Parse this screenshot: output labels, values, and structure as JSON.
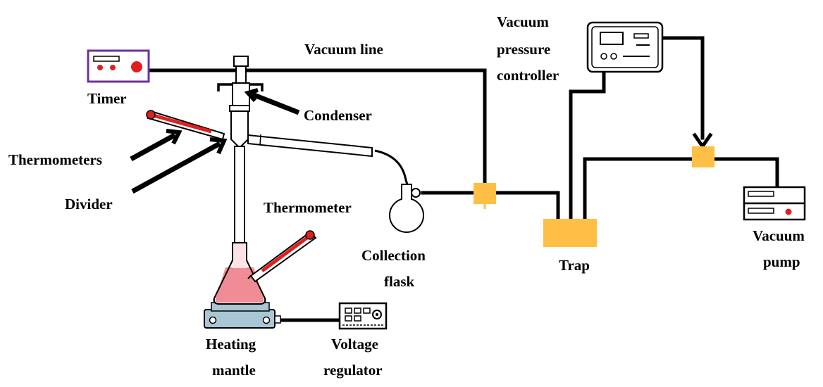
{
  "labels": {
    "timer": "Timer",
    "vacuum_line": "Vacuum line",
    "condenser": "Condenser",
    "thermometers": "Thermometers",
    "divider": "Divider",
    "thermometer": "Thermometer",
    "collection_flask_1": "Collection",
    "collection_flask_2": "flask",
    "vacuum_pressure_controller_1": "Vacuum",
    "vacuum_pressure_controller_2": "pressure",
    "vacuum_pressure_controller_3": "controller",
    "trap": "Trap",
    "vacuum_pump_1": "Vacuum",
    "vacuum_pump_2": "pump",
    "heating_mantle_1": "Heating",
    "heating_mantle_2": "mantle",
    "voltage_regulator_1": "Voltage",
    "voltage_regulator_2": "regulator"
  },
  "colors": {
    "valve_orange": "#FFBF47",
    "timer_border": "#7030A0",
    "indicator_red": "#E02020",
    "liquid_pink": "#F08C96",
    "mantle_blue": "#A9C6D4",
    "line": "#000000"
  }
}
